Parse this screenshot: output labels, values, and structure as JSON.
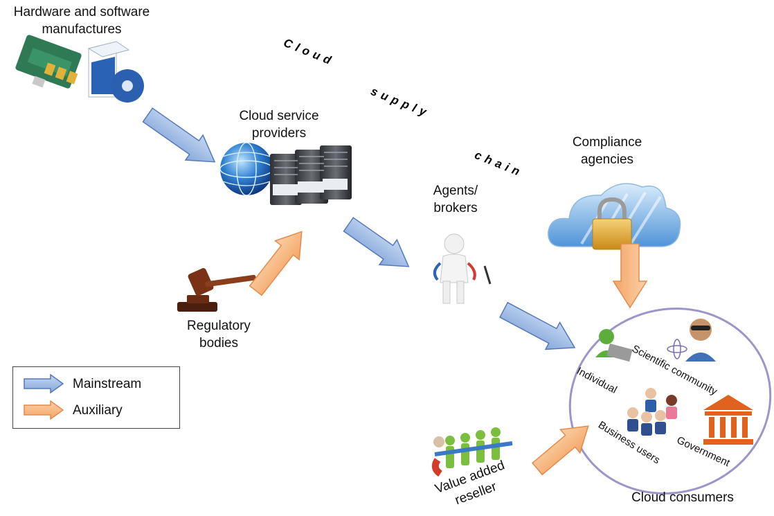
{
  "labels": {
    "hardware": "Hardware and software manufactures",
    "providers": "Cloud service providers",
    "compliance": "Compliance agencies",
    "agents": "Agents/ brokers",
    "regulatory": "Regulatory bodies",
    "value_added": "Value added reseller",
    "consumers": "Cloud consumers"
  },
  "supply_chain": {
    "word1": "Cloud",
    "word2": "supply",
    "word3": "chain"
  },
  "consumer_groups": {
    "individual": "Individual",
    "scientific": "Scientific community",
    "business": "Business users",
    "government": "Government"
  },
  "legend": {
    "mainstream": "Mainstream",
    "auxiliary": "Auxiliary"
  },
  "colors": {
    "mainstream_fill": "#9ab8e2",
    "mainstream_stroke": "#5478b8",
    "auxiliary_fill": "#f7b987",
    "auxiliary_stroke": "#e48a4a",
    "ellipse_stroke": "#9b96c9"
  }
}
